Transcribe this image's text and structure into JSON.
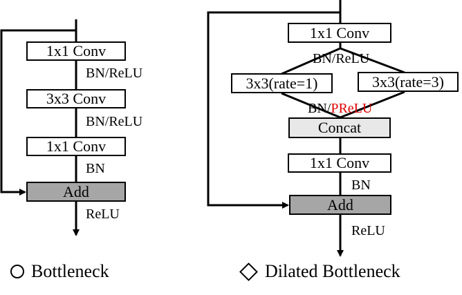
{
  "bottleneck": {
    "conv1": "1x1 Conv",
    "bnrelu1": "BN/ReLU",
    "conv2": "3x3 Conv",
    "bnrelu2": "BN/ReLU",
    "conv3": "1x1 Conv",
    "bn": "BN",
    "add": "Add",
    "relu": "ReLU",
    "legend": "Bottleneck"
  },
  "dilated": {
    "conv1": "1x1 Conv",
    "bnrelu": "BN/ReLU",
    "branch_left": "3x3(rate=1)",
    "branch_right": "3x3(rate=3)",
    "bn_prelu_bn": "BN/",
    "bn_prelu_prelu": "PReLU",
    "concat": "Concat",
    "conv2": "1x1 Conv",
    "bn": "BN",
    "add": "Add",
    "relu": "ReLU",
    "legend": "Dilated Bottleneck"
  },
  "colors": {
    "prelu_highlight": "#e00000",
    "add_fill": "#a6a6a6",
    "concat_fill": "#e8e8e8"
  }
}
